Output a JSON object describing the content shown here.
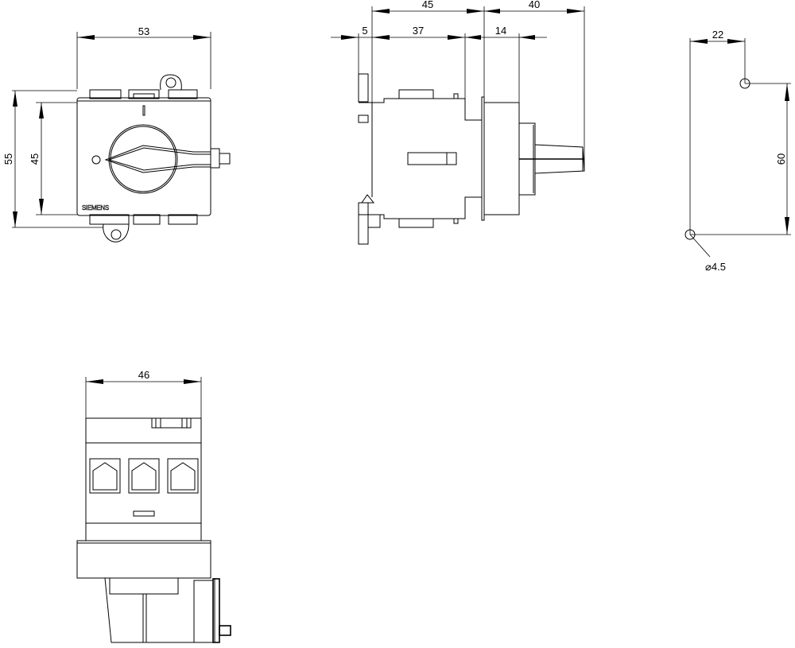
{
  "drawing": {
    "front_view": {
      "width_dim": "53",
      "height_dim": "55",
      "inner_height_dim": "45",
      "switch_on_mark": "I",
      "brand_label": "SIEMENS"
    },
    "side_view": {
      "depth_dim": "45",
      "handle_dim": "40",
      "plate_dim": "5",
      "body_dim": "37",
      "front_dim": "14"
    },
    "mounting_view": {
      "horizontal_dim": "22",
      "vertical_dim": "60",
      "hole_dim": "⌀4.5"
    },
    "bottom_view": {
      "width_dim": "46"
    }
  }
}
